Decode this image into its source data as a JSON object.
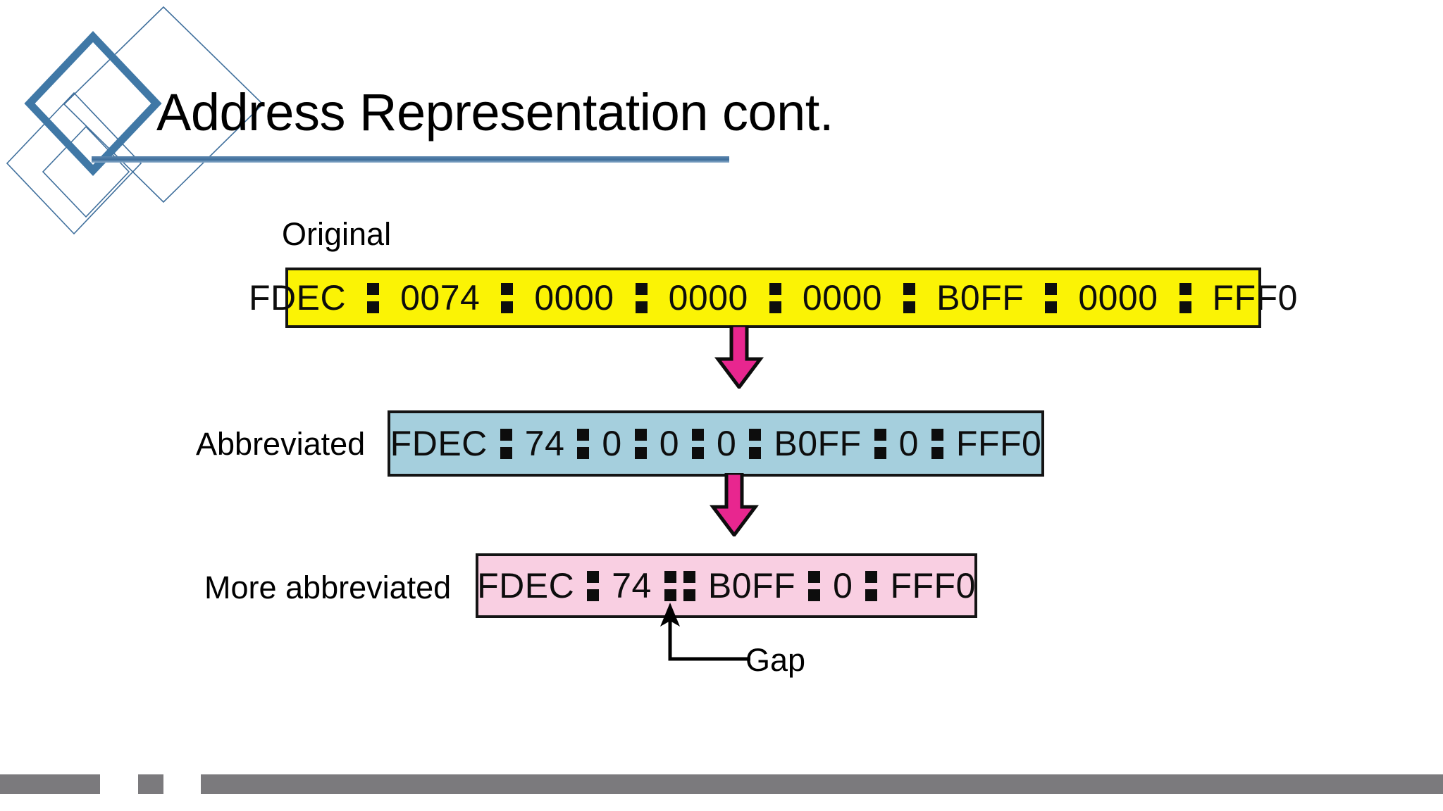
{
  "slide": {
    "title": "Address Representation cont.",
    "background_color": "#ffffff",
    "accent_color": "#3f6f9c",
    "footer_color": "#7b7a7d"
  },
  "decoration": {
    "diamond_outline_color": "#3f6f9c",
    "diamond_thick_color": "#4078a6"
  },
  "diagram": {
    "rows": [
      {
        "label": "Original",
        "fill_color": "#fbf305",
        "groups": [
          "FDEC",
          "0074",
          "0000",
          "0000",
          "0000",
          "B0FF",
          "0000",
          "FFF0"
        ],
        "separators": 7
      },
      {
        "label": "Abbreviated",
        "fill_color": "#a5cfdd",
        "groups": [
          "FDEC",
          "74",
          "0",
          "0",
          "0",
          "B0FF",
          "0",
          "FFF0"
        ],
        "separators": 7
      },
      {
        "label": "More abbreviated",
        "fill_color": "#f9cfe2",
        "groups": [
          "FDEC",
          "74",
          "",
          "B0FF",
          "0",
          "FFF0"
        ],
        "separators": 5
      }
    ],
    "arrows": {
      "fill_color": "#e8268f",
      "stroke_color": "#0d0d0d",
      "count": 2
    },
    "callout": {
      "label": "Gap",
      "points_at": "double-colon-in-more-abbreviated-row"
    },
    "separator_glyph": "double-square-colon"
  }
}
